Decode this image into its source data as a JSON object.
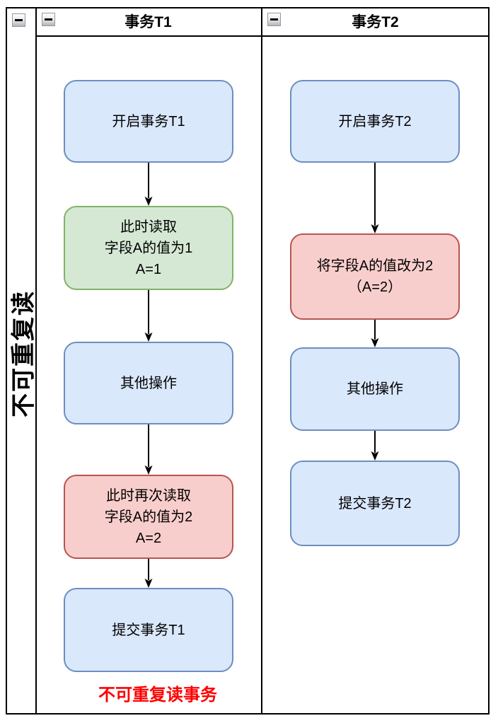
{
  "diagram": {
    "type": "flowchart-swimlane",
    "pool": {
      "title": "不可重复读"
    },
    "lanes": [
      {
        "title": "事务T1",
        "nodes": [
          {
            "label": "开启事务T1",
            "type": "blue"
          },
          {
            "label": "此时读取\n字段A的值为1\nA=1",
            "type": "green"
          },
          {
            "label": "其他操作",
            "type": "blue"
          },
          {
            "label": "此时再次读取\n字段A的值为2\nA=2",
            "type": "red"
          },
          {
            "label": "提交事务T1",
            "type": "blue"
          }
        ],
        "footnote": "不可重复读事务"
      },
      {
        "title": "事务T2",
        "nodes": [
          {
            "label": "开启事务T2",
            "type": "blue"
          },
          {
            "label": "将字段A的值改为2\n（A=2）",
            "type": "red"
          },
          {
            "label": "其他操作",
            "type": "blue"
          },
          {
            "label": "提交事务T2",
            "type": "blue"
          }
        ]
      }
    ]
  },
  "icons": {
    "pool_collapse": "minus-icon",
    "lane1_collapse": "minus-icon",
    "lane2_collapse": "minus-icon"
  },
  "colors": {
    "node_blue_fill": "#DAE8FC",
    "node_blue_stroke": "#6C8EBF",
    "node_green_fill": "#D5E8D4",
    "node_green_stroke": "#82B366",
    "node_red_fill": "#F8CECC",
    "node_red_stroke": "#B85450",
    "footnote_text": "#FF0000",
    "line": "#000000"
  }
}
